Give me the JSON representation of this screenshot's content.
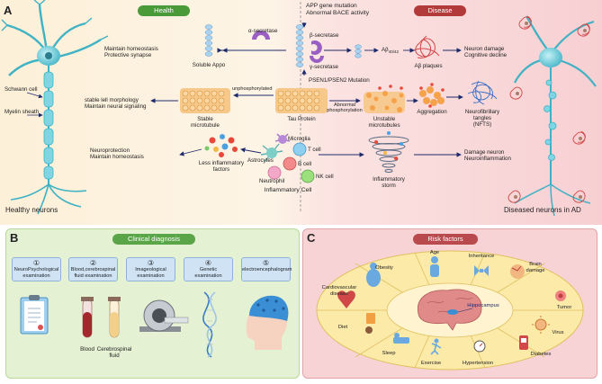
{
  "panel_a": {
    "letter": "A",
    "health_label": "Health",
    "disease_label": "Disease",
    "healthy_neurons": "Healthy neurons",
    "diseased_neurons": "Diseased neurons in AD",
    "schwann_cell": "Schwann cell",
    "myelin_sheath": "Myelin sheath",
    "homeostasis": "Maintain homeostasis\nProtective synapse",
    "alpha_secretase": "α-secretase",
    "soluble_appo": "Soluble Appo",
    "app_mutation": "APP gene mutation\nAbnormal BACE activity",
    "beta_secretase": "β-secretase",
    "gamma_secretase": "γ-secretase",
    "psen_mutation": "PSEN1/PSEN2 Mutation",
    "abeta": "Aβ",
    "abeta_sub": "40/42",
    "abeta_plaques": "Aβ plaques",
    "neuron_damage": "Neuron damage\nCognitive decline",
    "cell_morphology": "stable lell morphology\nMaintain neural signaling",
    "unphosphorylated": "unphosphorylated",
    "stable_microtubule": "Stable\nmicrotubule",
    "tau_protein": "Tau Protein",
    "abnormal_phosphorylation": "Abnormal\nphosphorylation",
    "unstable_microtubules": "Unstable\nmicrotubules",
    "aggregation": "Aggregation",
    "nfts": "Neurofibrillary\ntangles\n(NFTS)",
    "neuroprotection": "Neuroprotection\nMaintain homeostasis",
    "less_inflammatory": "Less inflammatory\nfactors",
    "microglia": "Microglia",
    "t_cell": "T cell",
    "astrocytes": "Astrocytes",
    "b_cell": "B cell",
    "neutrophil": "Neutrophil",
    "nk_cell": "NK cell",
    "inflammatory_cell": "Inflammatory Cell",
    "inflammatory_storm": "Inflammatory\nstorm",
    "damage_neuron": "Damage neuron\nNeuroinflammation"
  },
  "panel_b": {
    "letter": "B",
    "title": "Clinical diagnosis",
    "exams": [
      {
        "num": "①",
        "label": "NeuroPsychological\nexamination"
      },
      {
        "num": "②",
        "label": "Blood,cerebrospinal\nfluid examination"
      },
      {
        "num": "③",
        "label": "Imageological\nexamination"
      },
      {
        "num": "④",
        "label": "Genetic\nexamination"
      },
      {
        "num": "⑤",
        "label": "electroencephalogram"
      }
    ],
    "blood": "Blood",
    "csf": "Cerebrospinal\nfluid"
  },
  "panel_c": {
    "letter": "C",
    "title": "Risk factors",
    "hippocampus": "Hippocampus",
    "factors": {
      "obesity": "Obesity",
      "age": "Age",
      "inheritance": "Inheritance",
      "brain_damage": "Brain\ndamage",
      "cardiovascular": "Cardiovascular\ndisease",
      "tumor": "Tumor",
      "diet": "Diet",
      "virus": "Virus",
      "sleep": "Sleep",
      "exercise": "Exercise",
      "hypertension": "Hypertension",
      "diabetes": "Diabetes"
    }
  },
  "colors": {
    "health_green": "#4a9a3a",
    "disease_red": "#b23a3a",
    "arrow_navy": "#1f2a6b",
    "panel_b_bg": "#e4f2d3",
    "panel_c_bg": "#f7d3d5",
    "neuron_cyan": "#5cc6d4"
  },
  "icons": [
    "neuron-icon",
    "microtubule-icon",
    "app-chain-icon",
    "plaque-icon",
    "tangle-icon",
    "immune-cell-icon",
    "storm-icon",
    "clipboard-icon",
    "test-tube-icon",
    "mri-scanner-icon",
    "dna-icon",
    "eeg-head-icon",
    "brain-icon"
  ]
}
